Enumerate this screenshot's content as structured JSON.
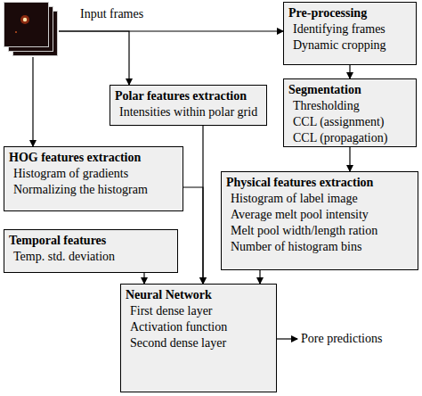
{
  "diagram": {
    "nodes": [
      {
        "text": [
          "Input frames"
        ]
      },
      {
        "text": [
          "Pre-processing",
          "Identifying frames",
          "Dynamic cropping"
        ]
      },
      {
        "text": [
          "Polar features extraction",
          "Intensities within polar grid"
        ]
      },
      {
        "text": [
          "Segmentation",
          "Thresholding",
          "CCL (assignment)",
          "CCL (propagation)"
        ]
      },
      {
        "text": [
          "HOG features extraction",
          "Histogram of gradients",
          "Normalizing the histogram"
        ]
      },
      {
        "text": [
          "Physical features extraction",
          "Histogram of label image",
          "Average melt pool intensity",
          "Melt pool width/length ration",
          "Number of histogram bins"
        ]
      },
      {
        "text": [
          "Temporal features",
          "Temp. std. deviation"
        ]
      },
      {
        "text": [
          "Neural Network",
          "First dense layer",
          "Activation function",
          "Second dense layer"
        ]
      }
    ],
    "edges": [
      {
        "from": 0,
        "to": 1,
        "arrow": "to"
      },
      {
        "from": 0,
        "to": 2,
        "arrow": "to"
      },
      {
        "from": 0,
        "to": 4,
        "arrow": "to"
      },
      {
        "from": 1,
        "to": 3,
        "arrow": "to"
      },
      {
        "from": 3,
        "to": 5,
        "arrow": "to"
      },
      {
        "from": 2,
        "to": 7,
        "arrow": "to"
      },
      {
        "from": 4,
        "to": 7,
        "arrow": "to"
      },
      {
        "from": 6,
        "to": 7,
        "arrow": "to"
      },
      {
        "from": 5,
        "to": 7,
        "arrow": "to"
      }
    ],
    "labels": [
      "Pore predictions"
    ]
  }
}
